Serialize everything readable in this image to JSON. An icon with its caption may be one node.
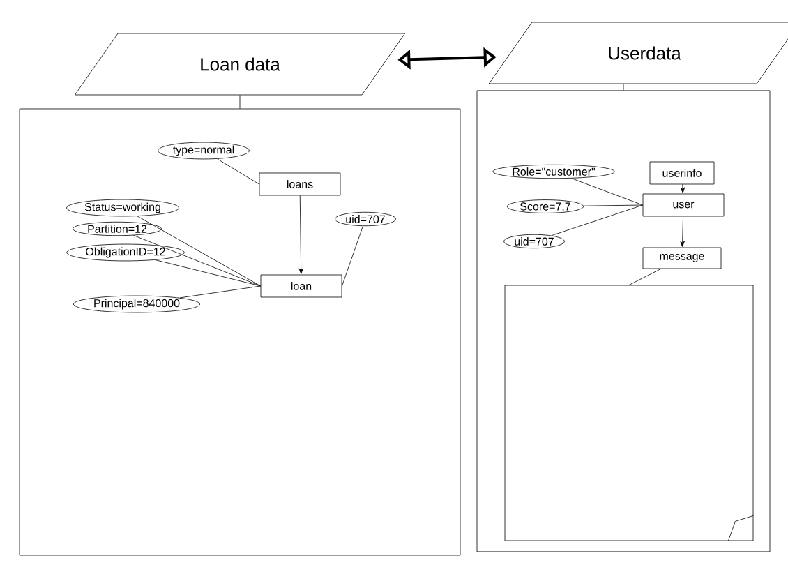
{
  "diagram": {
    "nodes": [
      {
        "text": [
          "Loan data"
        ]
      },
      {
        "text": [
          "Userdata"
        ]
      },
      {
        "text": [],
        "shape": "box"
      },
      {
        "text": [],
        "shape": "box"
      },
      {
        "text": [
          "type=normal"
        ],
        "in": 2
      },
      {
        "text": [
          "loans"
        ],
        "in": 2
      },
      {
        "text": [
          "Status=working"
        ],
        "in": 2
      },
      {
        "text": [
          "uid=707"
        ],
        "in": 2
      },
      {
        "text": [
          "Partition=12"
        ],
        "in": 2
      },
      {
        "text": [
          "ObligationID=12"
        ],
        "in": 2
      },
      {
        "text": [
          "loan"
        ],
        "in": 2
      },
      {
        "text": [
          "Principal=840000"
        ],
        "in": 2
      },
      {
        "text": [
          "Role=\"customer\""
        ],
        "in": 3
      },
      {
        "text": [
          "userinfo"
        ],
        "in": 3
      },
      {
        "text": [
          "Score=7.7"
        ],
        "in": 3
      },
      {
        "text": [
          "user"
        ],
        "in": 3
      },
      {
        "text": [
          "uid=707"
        ],
        "in": 3
      },
      {
        "text": [
          "message"
        ],
        "in": 3
      },
      {
        "text": [],
        "shape": "document",
        "in": 3
      }
    ],
    "edges": [
      {
        "from": 0,
        "to": 1,
        "arrow": "both",
        "style": "thick"
      },
      {
        "from": 0,
        "to": 2,
        "arrow": "none"
      },
      {
        "from": 1,
        "to": 3,
        "arrow": "none"
      },
      {
        "from": 4,
        "to": 5,
        "arrow": "none"
      },
      {
        "from": 5,
        "to": 10,
        "arrow": "to"
      },
      {
        "from": 6,
        "to": 10,
        "arrow": "none"
      },
      {
        "from": 7,
        "to": 10,
        "arrow": "none"
      },
      {
        "from": 8,
        "to": 10,
        "arrow": "none"
      },
      {
        "from": 9,
        "to": 10,
        "arrow": "none"
      },
      {
        "from": 11,
        "to": 10,
        "arrow": "none"
      },
      {
        "from": 12,
        "to": 15,
        "arrow": "none"
      },
      {
        "from": 13,
        "to": 15,
        "arrow": "to"
      },
      {
        "from": 14,
        "to": 15,
        "arrow": "none"
      },
      {
        "from": 16,
        "to": 15,
        "arrow": "none"
      },
      {
        "from": 15,
        "to": 17,
        "arrow": "to"
      },
      {
        "from": 17,
        "to": 18,
        "arrow": "none"
      }
    ]
  }
}
